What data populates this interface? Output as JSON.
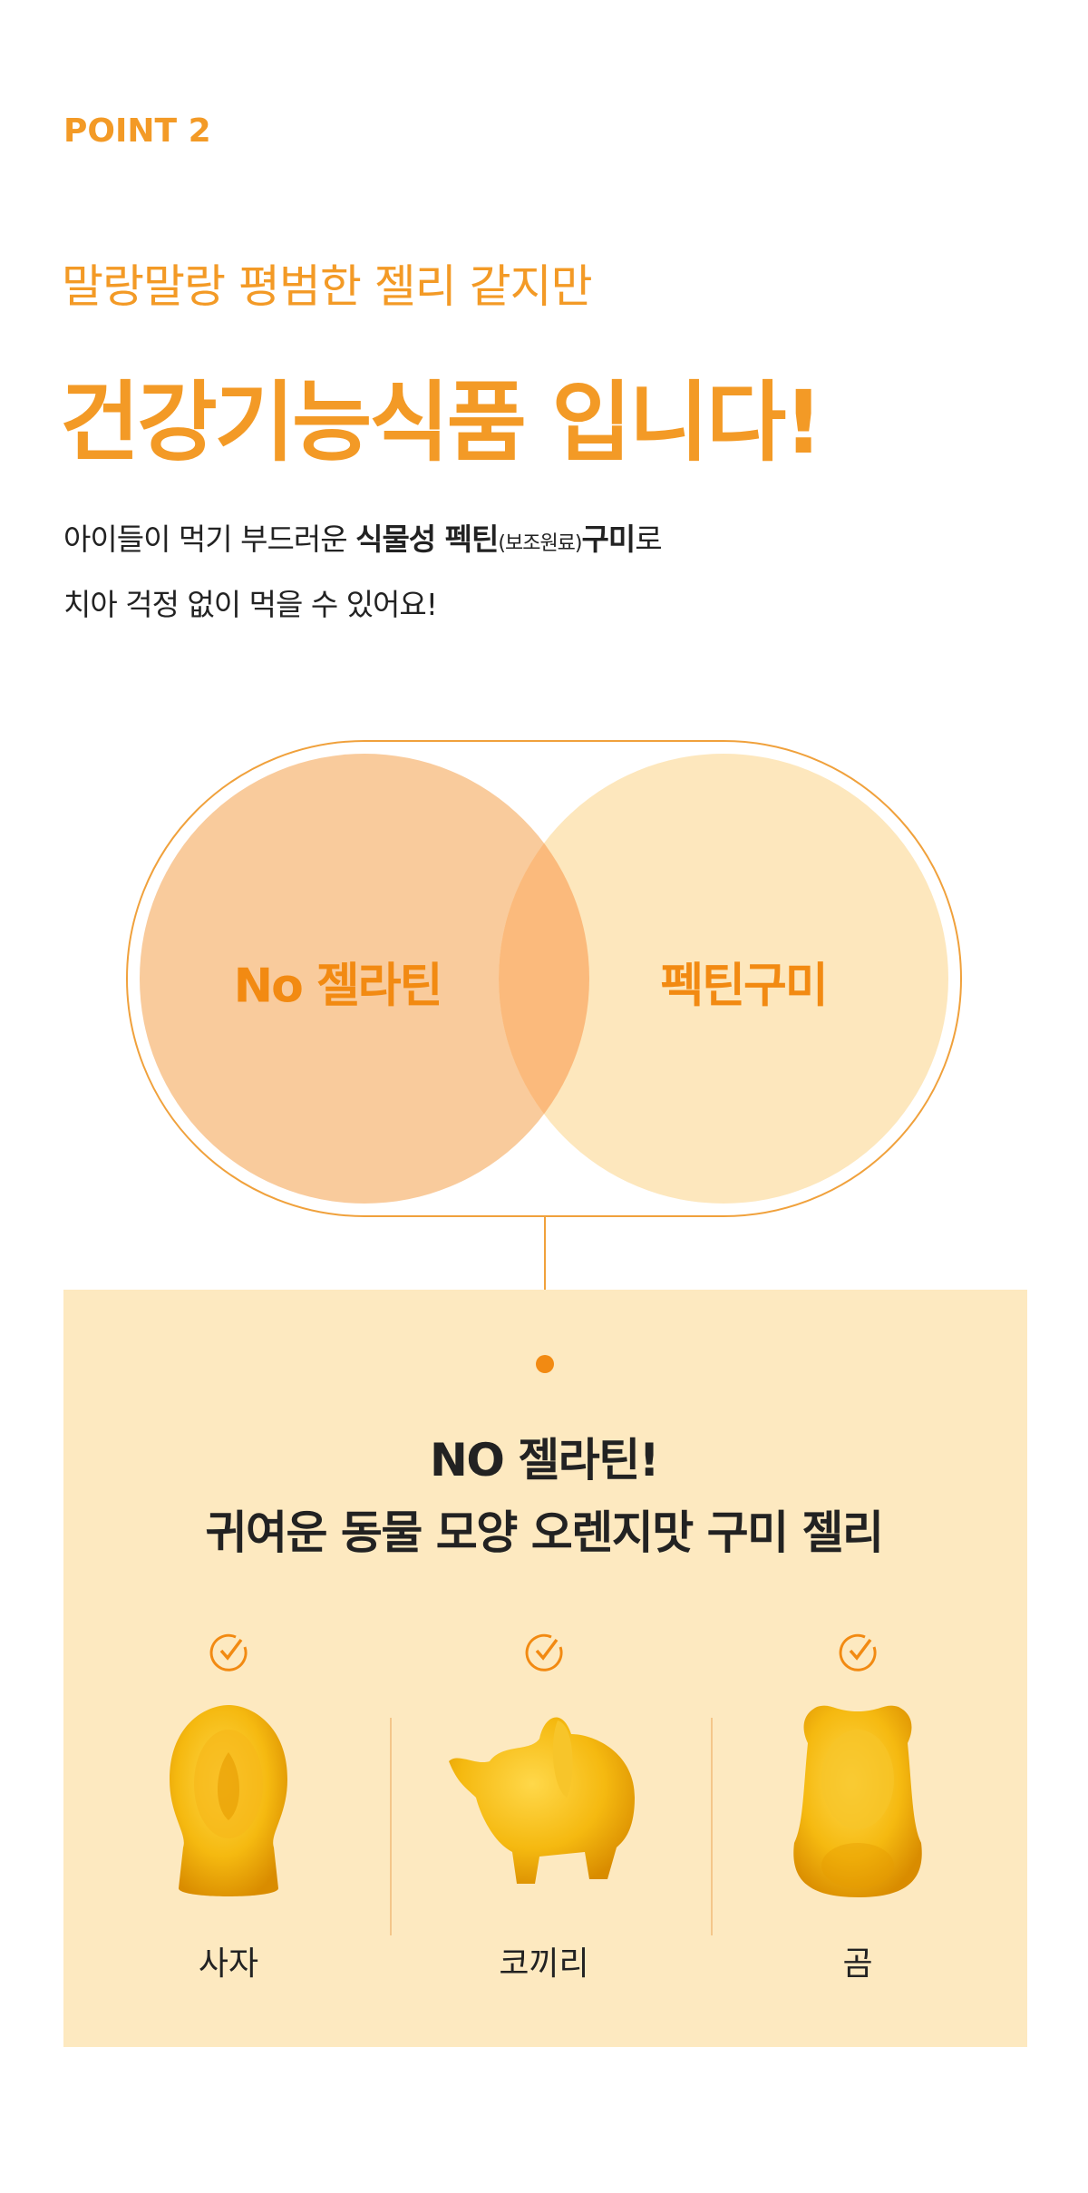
{
  "point_label": "POINT 2",
  "subtitle": "말랑말랑 평범한 젤리 같지만",
  "title": "건강기능식품 입니다!",
  "description": {
    "line1_a": "아이들이 먹기 부드러운 ",
    "line1_bold1": "식물성 펙틴",
    "line1_small": "(보조원료)",
    "line1_bold2": "구미",
    "line1_b": "로",
    "line2": "치아 걱정 없이 먹을 수 있어요!"
  },
  "venn": {
    "left": "No 젤라틴",
    "right": "펙틴구미"
  },
  "feature": {
    "heading1": "NO 젤라틴!",
    "heading2": "귀여운 동물 모양 오렌지맛 구미 젤리",
    "items": [
      {
        "label": "사자",
        "icon": "check-circle-icon"
      },
      {
        "label": "코끼리",
        "icon": "check-circle-icon"
      },
      {
        "label": "곰",
        "icon": "check-circle-icon"
      }
    ]
  },
  "colors": {
    "accent": "#f39a26",
    "left_circle": "#f9cb9c",
    "right_circle": "#fde7bd",
    "box": "#fde9c0"
  }
}
